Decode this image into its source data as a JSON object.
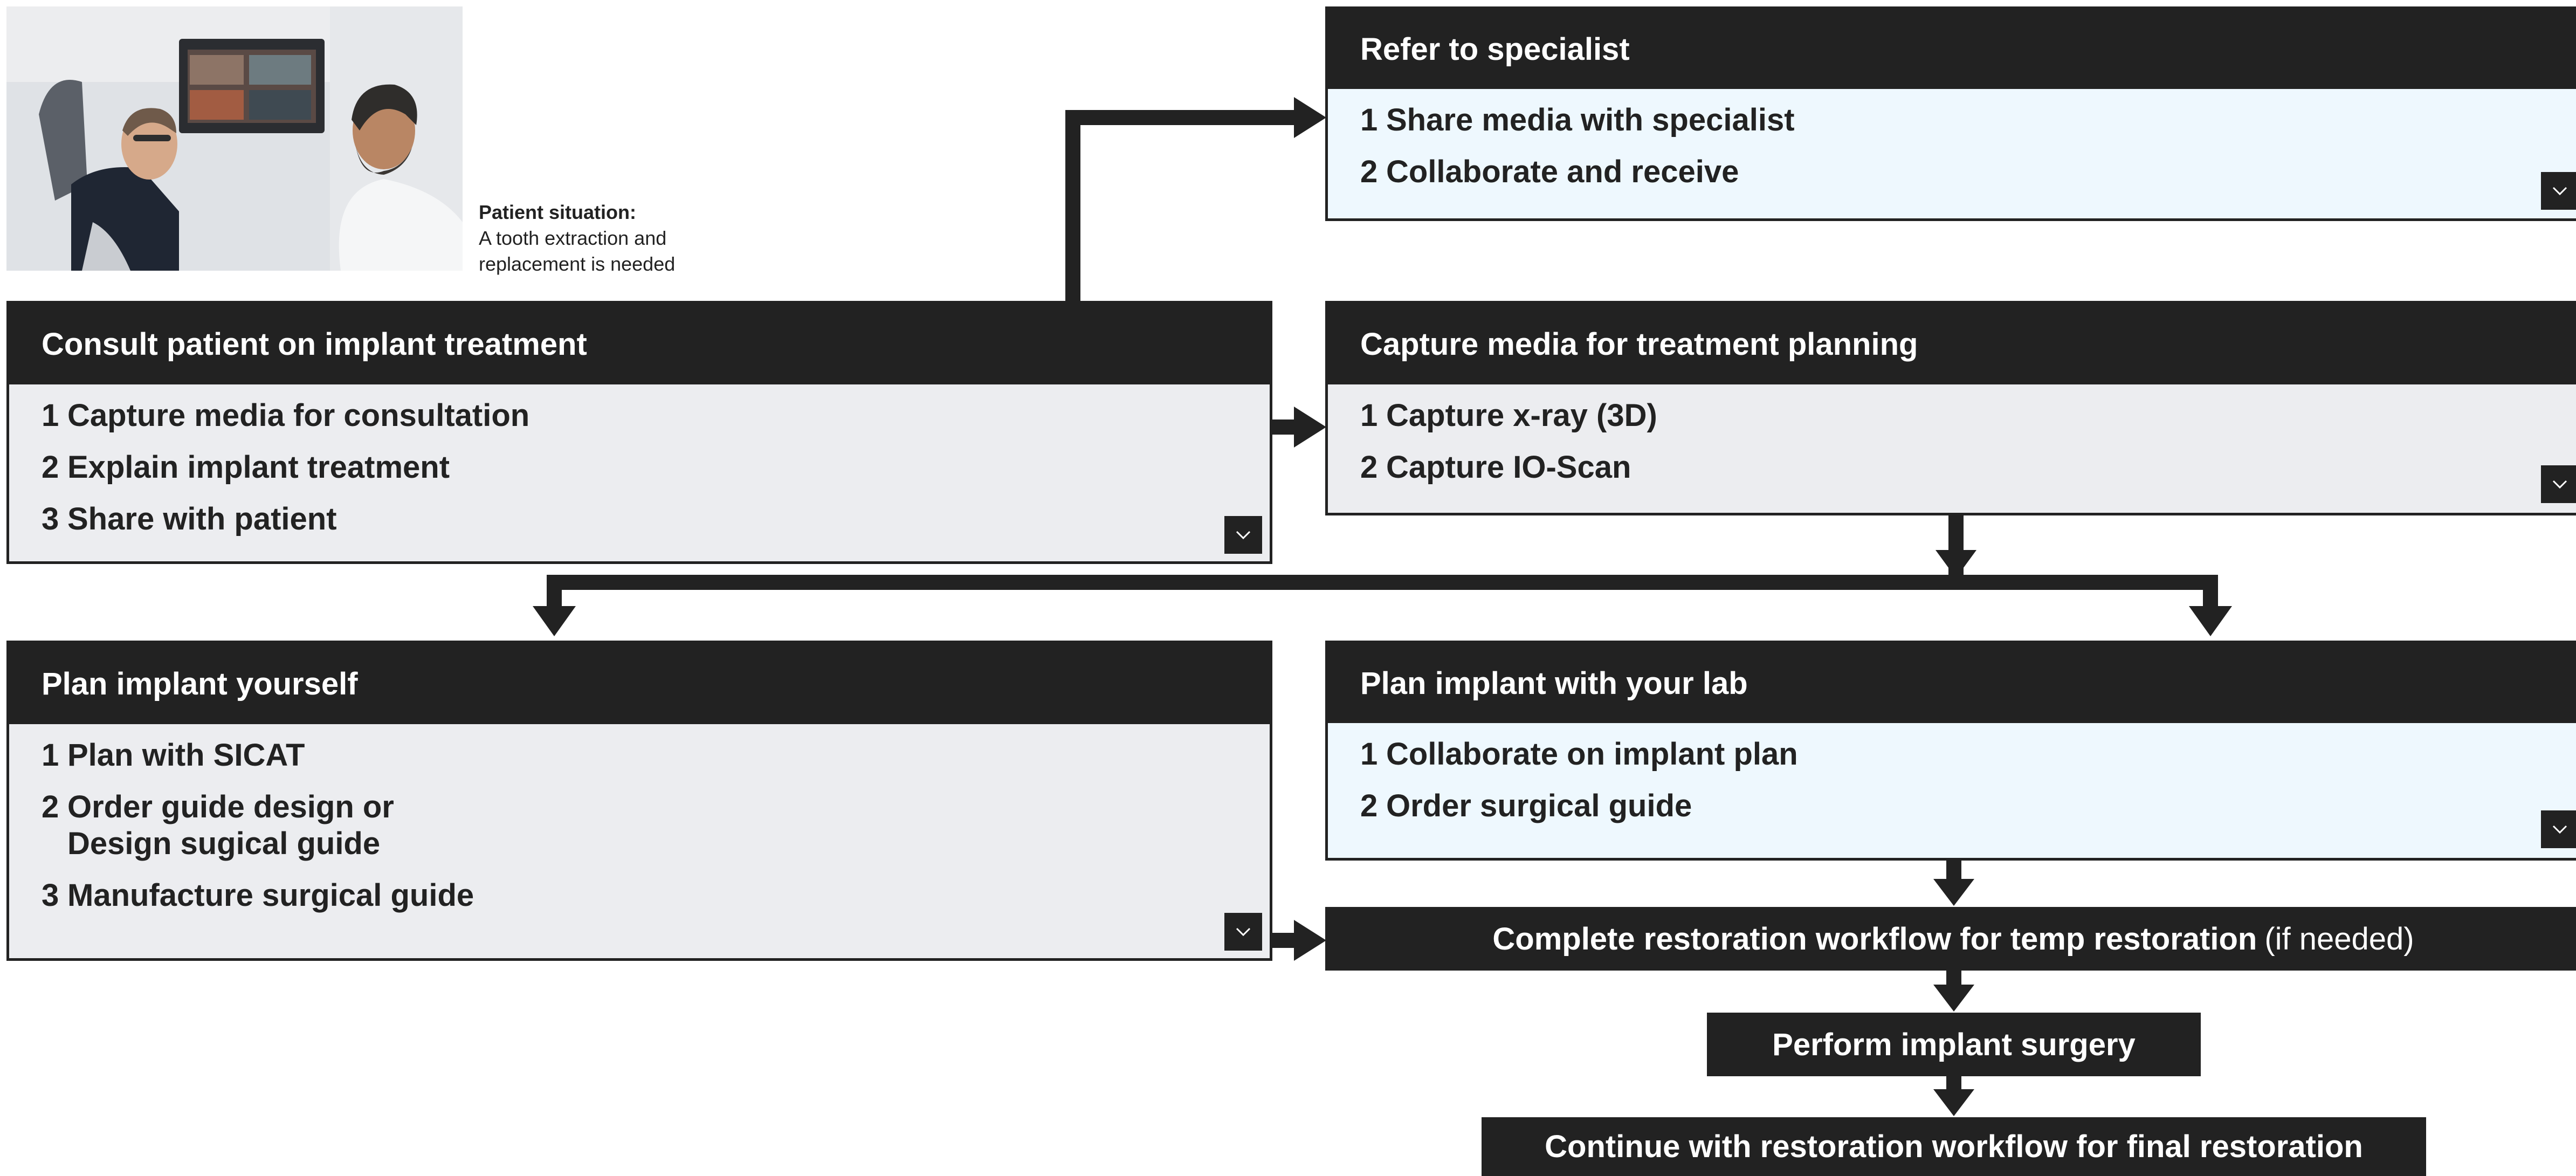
{
  "colors": {
    "dark": "#222222",
    "step_grey": "#ecedf0",
    "step_blue": "#eef8fe",
    "header_text": "#ffffff"
  },
  "photo": {
    "alt": "Dentist consulting a patient in the dental chair in front of a monitor",
    "icon": "consultation-photo"
  },
  "caption": {
    "title": "Patient situation:",
    "text": "A tooth extraction and replacement is needed"
  },
  "cards": {
    "consult": {
      "title": "Consult patient on implant treatment",
      "steps": [
        {
          "num": "1",
          "lines": [
            "Capture media for consultation"
          ]
        },
        {
          "num": "2",
          "lines": [
            "Explain implant treatment"
          ]
        },
        {
          "num": "3",
          "lines": [
            "Share with patient"
          ]
        }
      ],
      "expand_icon": "chevron-down-icon"
    },
    "refer": {
      "title": "Refer to specialist",
      "steps": [
        {
          "num": "1",
          "lines": [
            "Share media with specialist"
          ]
        },
        {
          "num": "2",
          "lines": [
            "Collaborate and receive"
          ]
        }
      ],
      "expand_icon": "chevron-down-icon"
    },
    "capture": {
      "title": "Capture media for treatment planning",
      "steps": [
        {
          "num": "1",
          "lines": [
            "Capture x-ray (3D)"
          ]
        },
        {
          "num": "2",
          "lines": [
            "Capture IO-Scan"
          ]
        }
      ],
      "expand_icon": "chevron-down-icon"
    },
    "plan_self": {
      "title": "Plan implant yourself",
      "steps": [
        {
          "num": "1",
          "lines": [
            "Plan with SICAT"
          ]
        },
        {
          "num": "2",
          "lines": [
            "Order guide design or",
            "Design sugical guide"
          ]
        },
        {
          "num": "3",
          "lines": [
            "Manufacture surgical guide"
          ]
        }
      ],
      "expand_icon": "chevron-down-icon"
    },
    "plan_lab": {
      "title": "Plan implant with your lab",
      "steps": [
        {
          "num": "1",
          "lines": [
            "Collaborate on implant plan"
          ]
        },
        {
          "num": "2",
          "lines": [
            "Order surgical guide"
          ]
        }
      ],
      "expand_icon": "chevron-down-icon"
    }
  },
  "bars": {
    "temp_restoration": {
      "label": "Complete restoration workflow for temp restoration",
      "note": "(if needed)"
    },
    "surgery": {
      "label": "Perform implant surgery"
    },
    "final_restoration": {
      "label": "Continue with restoration workflow for final restoration"
    }
  }
}
